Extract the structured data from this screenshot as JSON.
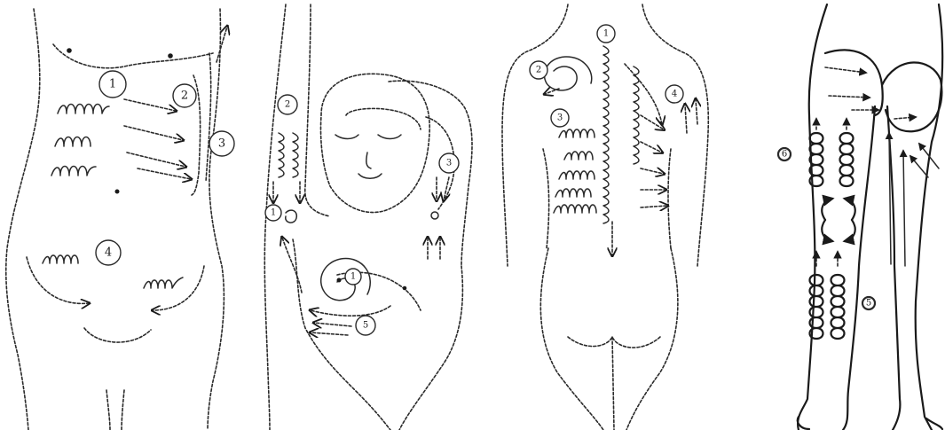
{
  "panels": [
    {
      "id": "abdomen",
      "markers": [
        "1",
        "2",
        "3",
        "4"
      ]
    },
    {
      "id": "arms-chest",
      "markers": [
        "2",
        "3",
        "1",
        "1",
        "5"
      ]
    },
    {
      "id": "back",
      "markers": [
        "1",
        "2",
        "3",
        "4"
      ]
    },
    {
      "id": "legs",
      "markers": [
        "6",
        "5"
      ]
    }
  ]
}
